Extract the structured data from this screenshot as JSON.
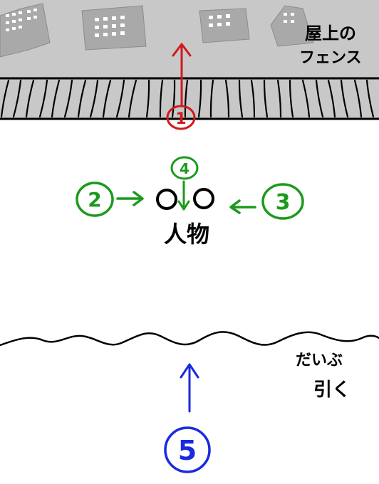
{
  "background": {
    "sky_label": "屋上のフェンス",
    "sky_label_line1": "屋上の",
    "sky_label_line2": "フェンス"
  },
  "markers": {
    "m1": "1",
    "m2": "2",
    "m3": "3",
    "m4": "4",
    "m5": "5"
  },
  "person_label": "人物",
  "distance_note": {
    "line1": "だいぶ",
    "line2": "引く"
  },
  "colors": {
    "red": "#d11a1a",
    "green": "#1c9a1c",
    "blue": "#1a2ae0",
    "gray": "#c8c8c8",
    "building": "#a9a9a9",
    "ink": "#000000"
  }
}
